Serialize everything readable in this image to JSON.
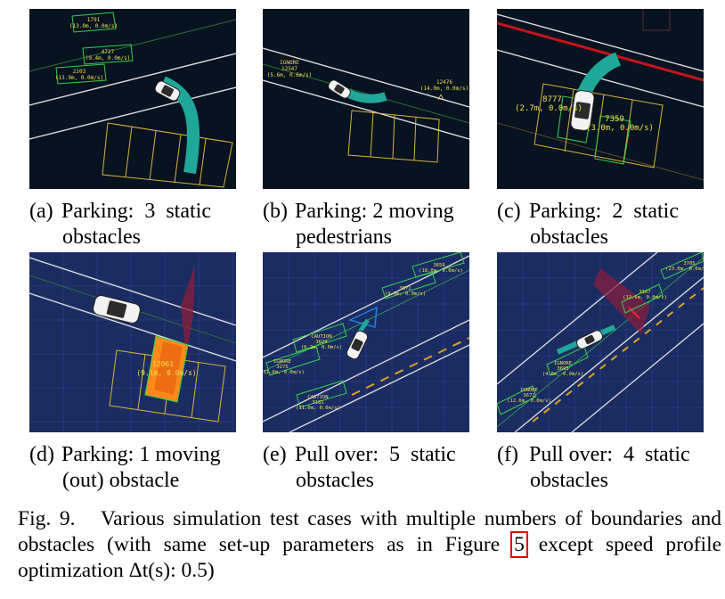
{
  "subfigures": [
    {
      "id": "a",
      "tag": "(a)",
      "line1": "Parking:  3  static",
      "line2": "obstacles"
    },
    {
      "id": "b",
      "tag": "(b)",
      "line1": "Parking: 2 moving",
      "line2": "pedestrians"
    },
    {
      "id": "c",
      "tag": "(c)",
      "line1": "Parking:  2  static",
      "line2": "obstacles"
    },
    {
      "id": "d",
      "tag": "(d)",
      "line1": "Parking: 1 moving",
      "line2": "(out) obstacle"
    },
    {
      "id": "e",
      "tag": "(e)",
      "line1": "Pull over:  5  static",
      "line2": "obstacles"
    },
    {
      "id": "f",
      "tag": "(f)",
      "line1": "Pull over:  4  static",
      "line2": "obstacles"
    }
  ],
  "panel_labels": {
    "a": [
      {
        "id": "1791",
        "state": "(13.0m, 0.0m/s)"
      },
      {
        "id": "4727",
        "state": "(9.4m, 0.0m/s)"
      },
      {
        "id": "2203",
        "state": "(13.9m, 0.0m/s)"
      }
    ],
    "b": [
      {
        "status": "IGNORE",
        "id": "12547",
        "state": "(5.6m, 0.6m/s)"
      },
      {
        "id": "12476",
        "state": "(14.0m, 0.0m/s)"
      }
    ],
    "c": [
      {
        "id": "8777",
        "state": "(2.7m, 0.0m/s)"
      },
      {
        "id": "7359",
        "state": "(3.0m, 0.0m/s)"
      }
    ],
    "d": [
      {
        "id": "12061",
        "state": "(9.1m, 0.0m/s)"
      }
    ],
    "e": [
      {
        "id": "3659",
        "state": "(18.0m, 0.0m/s)"
      },
      {
        "id": "3671",
        "state": "(9.0m, 0.0m/s)"
      },
      {
        "status": "CAUTION",
        "id": "3624",
        "state": "(6.2m, 0.0m/s)"
      },
      {
        "status": "IGNORE",
        "id": "3275",
        "state": "(11.0m, 0.0m/s)"
      },
      {
        "status": "CAUTION",
        "id": "3181",
        "state": "(11.0m, 0.0m/s)"
      }
    ],
    "f": [
      {
        "id": "3705",
        "state": "(23.0m, 0.0m/s)"
      },
      {
        "id": "3167",
        "state": "(12.6m, 0.0m/s)"
      },
      {
        "status": "IGNORE",
        "id": "3693",
        "state": "(4.6m, 0.0m/s)"
      },
      {
        "status": "IGNORE",
        "id": "3671",
        "state": "(12.6m, 0.0m/s)"
      }
    ]
  },
  "caption": {
    "label": "Fig. 9.",
    "text_before": "Various simulation test cases with multiple numbers of boundaries and obstacles (with same set-up parameters as in Figure",
    "ref": "5",
    "text_after": "except speed profile optimization Δt(s): 0.5)"
  },
  "colors": {
    "dark_bg": "#071320",
    "grid_bg": "#1b2c63",
    "trajectory": "#1fa79a",
    "obstacle": "#35d04a",
    "label": "#f0e14a",
    "spot": "#d9b23a",
    "boundary": "#e6e6e6",
    "lane_red": "#c4141b",
    "caption_ref_box": "#e00000"
  }
}
